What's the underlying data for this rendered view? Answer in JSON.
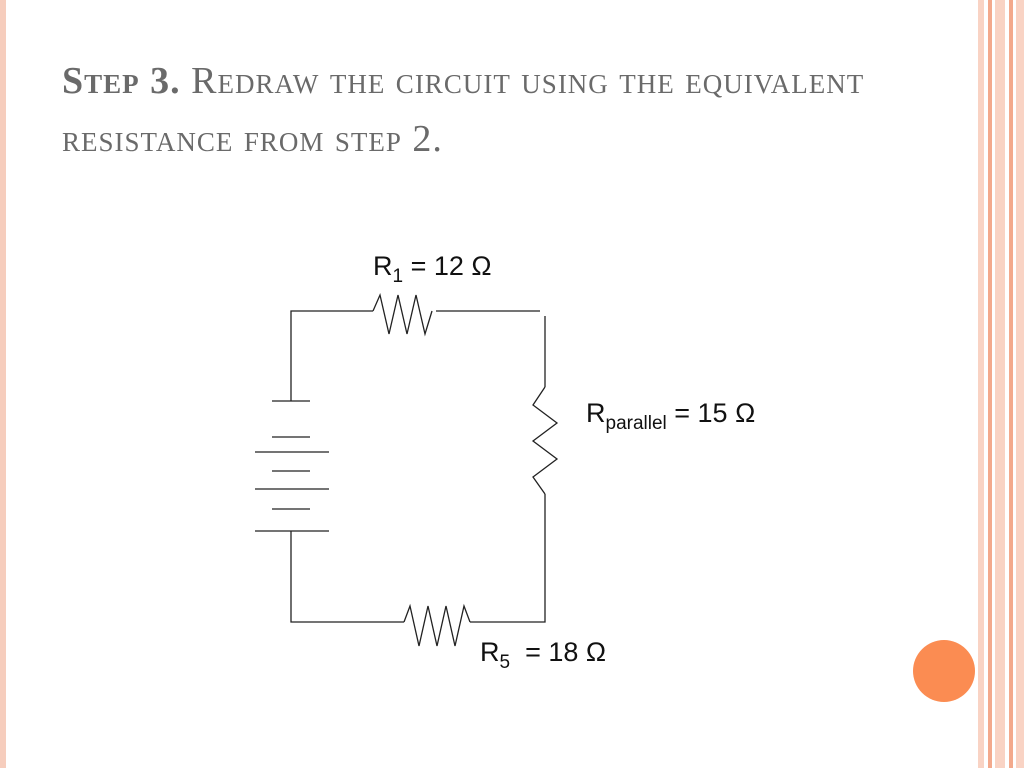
{
  "title": {
    "step": "Step 3.",
    "text": " Redraw the circuit using the equivalent resistance from step 2."
  },
  "circuit": {
    "r1": {
      "symbol": "R",
      "subscript": "1",
      "value": " = 12 Ω"
    },
    "r_parallel": {
      "symbol": "R",
      "subscript": "parallel",
      "value": " = 15 Ω"
    },
    "r5": {
      "symbol": "R",
      "subscript": "5",
      "value": "  = 18 Ω"
    },
    "battery_icon": "battery-icon",
    "resistor_icon": "resistor-icon"
  },
  "colors": {
    "accent_dot": "#fb8c52",
    "border_light": "#f9d3c4",
    "border_mid": "#f3a98c",
    "title_text": "#6a6a6a",
    "wire": "#222222"
  }
}
